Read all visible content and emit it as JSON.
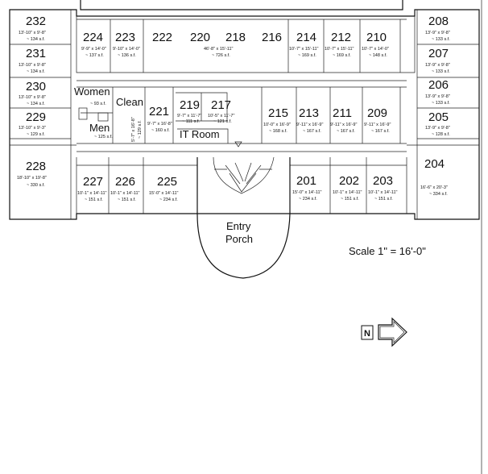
{
  "rooms": {
    "r232": {
      "num": "232",
      "dim": "13'-10\" x 9'-8\"",
      "area": "~ 134 s.f."
    },
    "r231": {
      "num": "231",
      "dim": "13'-10\" x 9'-8\"",
      "area": "~ 134 s.f."
    },
    "r230": {
      "num": "230",
      "dim": "13'-10\" x 9'-8\"",
      "area": "~ 134 s.f."
    },
    "r229": {
      "num": "229",
      "dim": "13'-10\" x 9'-3\"",
      "area": "~ 129 s.f."
    },
    "r228": {
      "num": "228",
      "dim": "18'-10\" x 19'-8\"",
      "area": "~ 330 s.f."
    },
    "r227": {
      "num": "227",
      "dim": "10'-1\" x 14'-11\"",
      "area": "~ 151 s.f."
    },
    "r226": {
      "num": "226",
      "dim": "10'-1\" x 14'-11\"",
      "area": "~ 151 s.f."
    },
    "r225": {
      "num": "225",
      "dim": "15'-0\" x 14'-11\"",
      "area": "~ 234 s.f."
    },
    "r224": {
      "num": "224",
      "dim": "9'-9\" x 14'-0\"",
      "area": "~ 137 s.f."
    },
    "r223": {
      "num": "223",
      "dim": "9'-10\" x 14'-0\"",
      "area": "~ 136 s.f."
    },
    "r222_216": {
      "nums": [
        "222",
        "220",
        "218",
        "216"
      ],
      "dim": "46'-8\" x 15'-11\"",
      "area": "~ 726 s.f."
    },
    "r214": {
      "num": "214",
      "dim": "10'-7\" x 15'-11\"",
      "area": "~ 169 s.f."
    },
    "r212": {
      "num": "212",
      "dim": "10'-7\" x 15'-11\"",
      "area": "~ 169 s.f."
    },
    "r210": {
      "num": "210",
      "dim": "10'-7\" x 14'-0\"",
      "area": "~ 148 s.f."
    },
    "r208": {
      "num": "208",
      "dim": "13'-9\" x 9'-8\"",
      "area": "~ 133 s.f."
    },
    "r207": {
      "num": "207",
      "dim": "13'-9\" x 9'-8\"",
      "area": "~ 133 s.f."
    },
    "r206": {
      "num": "206",
      "dim": "13'-9\" x 9'-8\"",
      "area": "~ 133 s.f."
    },
    "r205": {
      "num": "205",
      "dim": "13'-9\" x 9'-8\"",
      "area": "~ 128 s.f."
    },
    "r204": {
      "num": "204",
      "dim": "16'-6\" x 20'-3\"",
      "area": "~ 334 s.f."
    },
    "r203": {
      "num": "203",
      "dim": "10'-1\" x 14'-11\"",
      "area": "~ 151 s.f."
    },
    "r202": {
      "num": "202",
      "dim": "10'-1\" x 14'-11\"",
      "area": "~ 151 s.f."
    },
    "r201": {
      "num": "201",
      "dim": "15'-0\" x 14'-11\"",
      "area": "~ 234 s.f."
    },
    "r221": {
      "num": "221",
      "dim": "9'-7\" x 16'-8\"",
      "area": "~ 160 s.f."
    },
    "r219": {
      "num": "219",
      "dim": "9'-7\" x 11'-7\"",
      "area": "~ 111 s.f."
    },
    "r217": {
      "num": "217",
      "dim": "10'-5\" x 11'-7\"",
      "area": "~ 121 s.f."
    },
    "r215": {
      "num": "215",
      "dim": "10'-0\" x 16'-9\"",
      "area": "~ 168 s.f."
    },
    "r213": {
      "num": "213",
      "dim": "9'-11\" x 16'-9\"",
      "area": "~ 167 s.f."
    },
    "r211": {
      "num": "211",
      "dim": "9'-11\" x 16'-9\"",
      "area": "~ 167 s.f."
    },
    "r209": {
      "num": "209",
      "dim": "9'-11\" x 16'-9\"",
      "area": "~ 167 s.f."
    },
    "women": {
      "label": "Women",
      "area": "~ 93 s.f."
    },
    "men": {
      "label": "Men",
      "area": "~ 125 s.f."
    },
    "clean": {
      "label": "Clean"
    },
    "closet": {
      "dim": "5'-7\" x 16'-8\"",
      "area": "~ 129 s.f."
    },
    "it": {
      "label": "IT Room"
    },
    "porch": {
      "line1": "Entry",
      "line2": "Porch"
    }
  },
  "scale_text": "Scale 1\" = 16'-0\"",
  "north_label": "N"
}
